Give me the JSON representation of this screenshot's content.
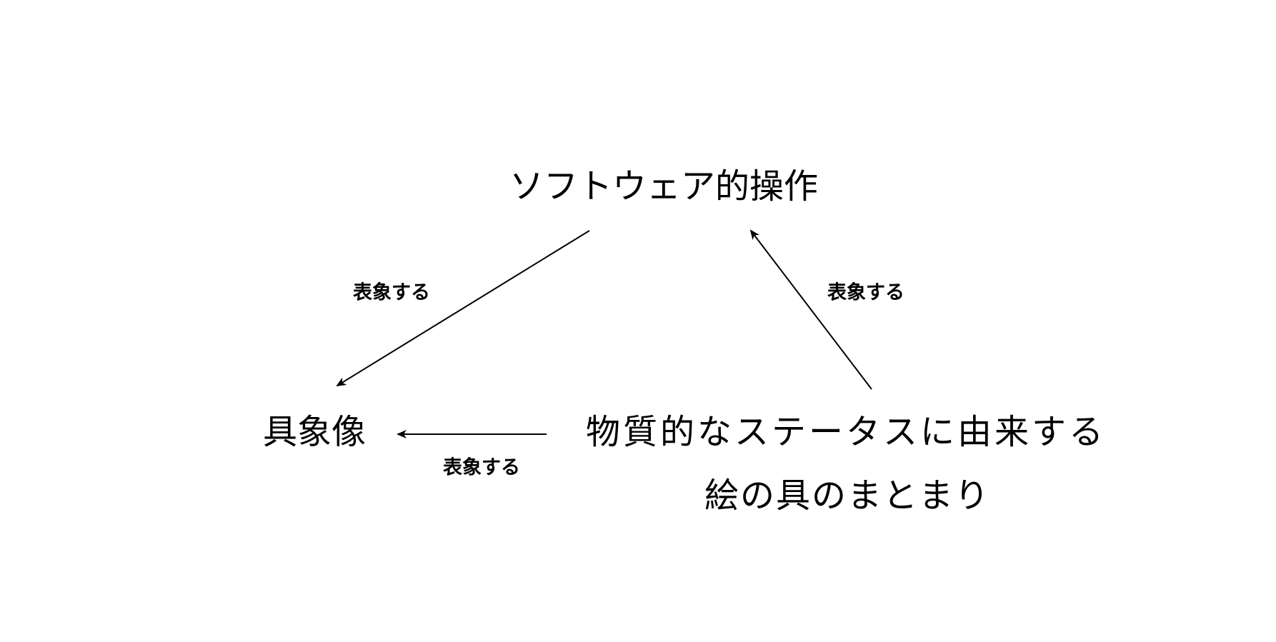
{
  "nodes": {
    "software_operation": "ソフトウェア的操作",
    "concrete_image": "具象像",
    "paint_mass_line1": "物質的なステータスに由来する",
    "paint_mass_line2": "絵の具のまとまり"
  },
  "edges": [
    {
      "from": "software_operation",
      "to": "concrete_image",
      "label": "表象する"
    },
    {
      "from": "paint_mass",
      "to": "software_operation",
      "label": "表象する"
    },
    {
      "from": "paint_mass",
      "to": "concrete_image",
      "label": "表象する"
    }
  ],
  "colors": {
    "stroke": "#000000",
    "background": "#ffffff"
  }
}
